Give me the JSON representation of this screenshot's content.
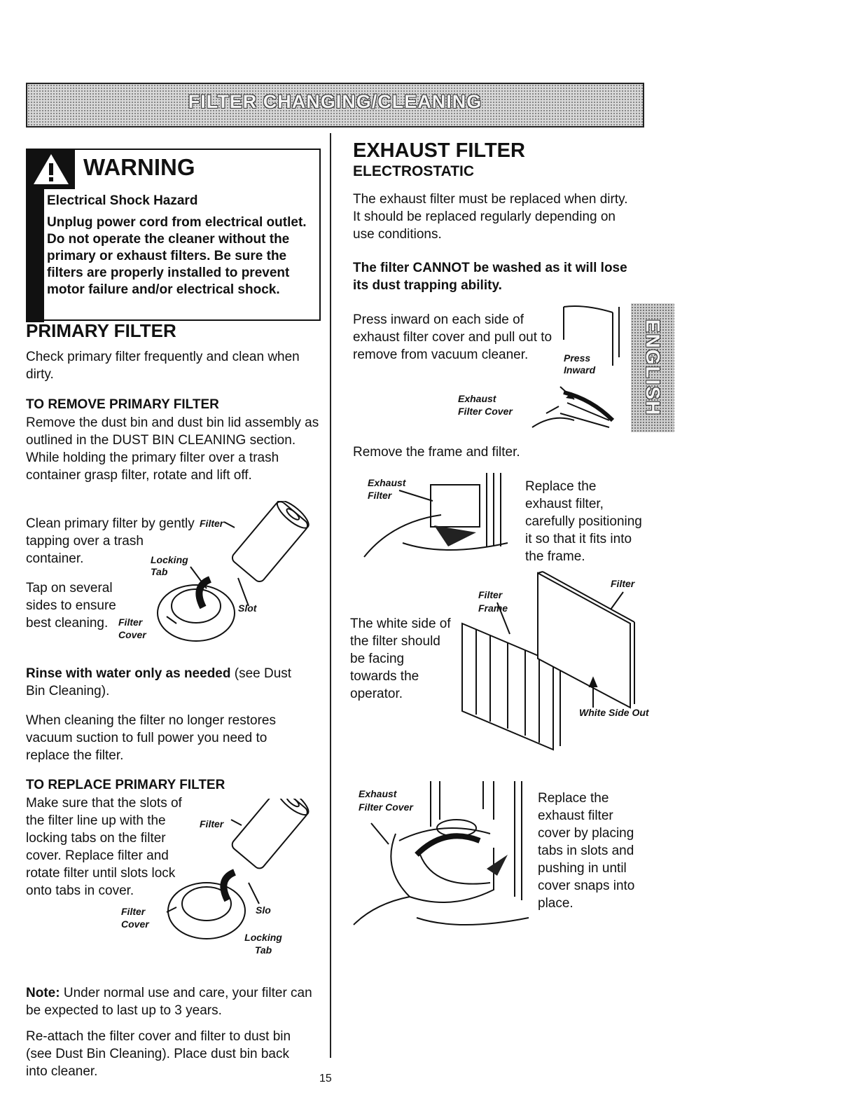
{
  "header": {
    "title": "FILTER CHANGING/CLEANING"
  },
  "warning": {
    "title": "WARNING",
    "subtitle": "Electrical Shock Hazard",
    "body": "Unplug power cord from electrical outlet. Do not operate the cleaner without the primary or exhaust filters. Be sure the filters are properly installed to prevent motor failure and/or electrical shock."
  },
  "primary": {
    "heading": "PRIMARY FILTER",
    "intro": "Check primary filter frequently and clean when dirty.",
    "remove_heading": "TO REMOVE PRIMARY FILTER",
    "remove_text": "Remove the dust bin and dust bin lid assembly as outlined in the DUST BIN CLEANING section. While holding the primary filter over a trash container grasp filter, rotate and lift off.",
    "clean_text": "Clean primary filter by gently tapping over a trash container.",
    "tap_text": "Tap on several sides to ensure best cleaning.",
    "fig1_labels": {
      "filter": "Filter",
      "locking_tab": "Locking Tab",
      "slot": "Slot",
      "filter_cover": "Filter Cover"
    },
    "rinse_bold": "Rinse with water only as needed",
    "rinse_rest": " (see Dust Bin Cleaning).",
    "replace_note": "When cleaning the filter no longer restores vacuum suction to full power you need to replace the filter.",
    "replace_heading": "TO REPLACE PRIMARY FILTER",
    "replace_text": "Make sure that the slots of the filter line up with the locking tabs on the filter cover. Replace filter and rotate filter until slots lock onto tabs in cover.",
    "fig2_labels": {
      "filter": "Filter",
      "filter_cover": "Filter Cover",
      "slot": "Slo",
      "locking_tab": "Locking Tab"
    },
    "note_bold": "Note:",
    "note_text": " Under normal use and care, your filter can be expected to last up to 3 years.",
    "reattach_text": "Re-attach the filter cover and filter to dust bin (see Dust Bin Cleaning). Place dust bin back into cleaner."
  },
  "exhaust": {
    "heading": "EXHAUST FILTER",
    "subheading": "ELECTROSTATIC",
    "intro": "The exhaust filter must be replaced when dirty. It should be replaced regularly depending on use conditions.",
    "cannot_wash": "The filter CANNOT be washed as it will lose its dust trapping ability.",
    "press_text": "Press inward on each side of exhaust filter cover and pull out to remove from vacuum cleaner.",
    "fig3_labels": {
      "press_inward": "Press Inward",
      "exhaust_filter_cover": "Exhaust Filter Cover"
    },
    "remove_frame": "Remove the frame and filter.",
    "fig4_labels": {
      "exhaust_filter": "Exhaust Filter"
    },
    "replace_filter_text": "Replace the exhaust filter, carefully positioning it so that it fits into the frame.",
    "white_side_text": "The white side of the filter should be facing towards the operator.",
    "fig5_labels": {
      "filter_frame": "Filter Frame",
      "filter": "Filter",
      "white_side_out": "White Side Out"
    },
    "fig6_labels": {
      "exhaust_filter_cover": "Exhaust Filter Cover"
    },
    "replace_cover_text": "Replace the exhaust filter cover by placing tabs in slots and pushing in until cover snaps into place."
  },
  "side_tab": {
    "label": "ENGLISH"
  },
  "page_number": "15"
}
